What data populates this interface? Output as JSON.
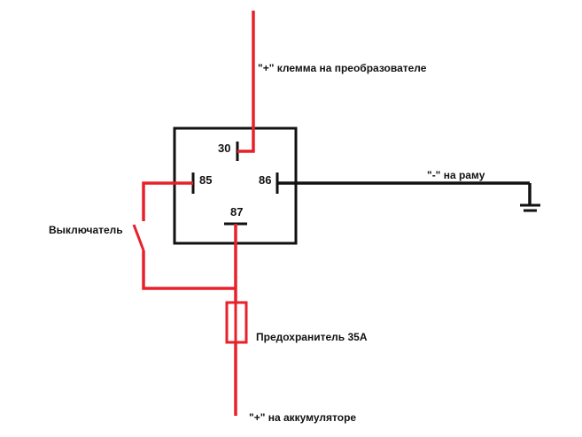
{
  "labels": {
    "converter_terminal": "\"+\" клемма на преобразователе",
    "frame_ground": "\"-\" на раму",
    "switch": "Выключатель",
    "fuse": "Предохранитель 35А",
    "battery": "\"+\" на аккумуляторе"
  },
  "pins": {
    "p30": "30",
    "p85": "85",
    "p86": "86",
    "p87": "87"
  },
  "colors": {
    "wire_positive": "#e8202a",
    "wire_ground": "#111111",
    "relay_outline": "#111111"
  },
  "icons": {
    "ground": "ground-symbol-icon",
    "fuse": "fuse-icon",
    "switch": "switch-icon"
  }
}
